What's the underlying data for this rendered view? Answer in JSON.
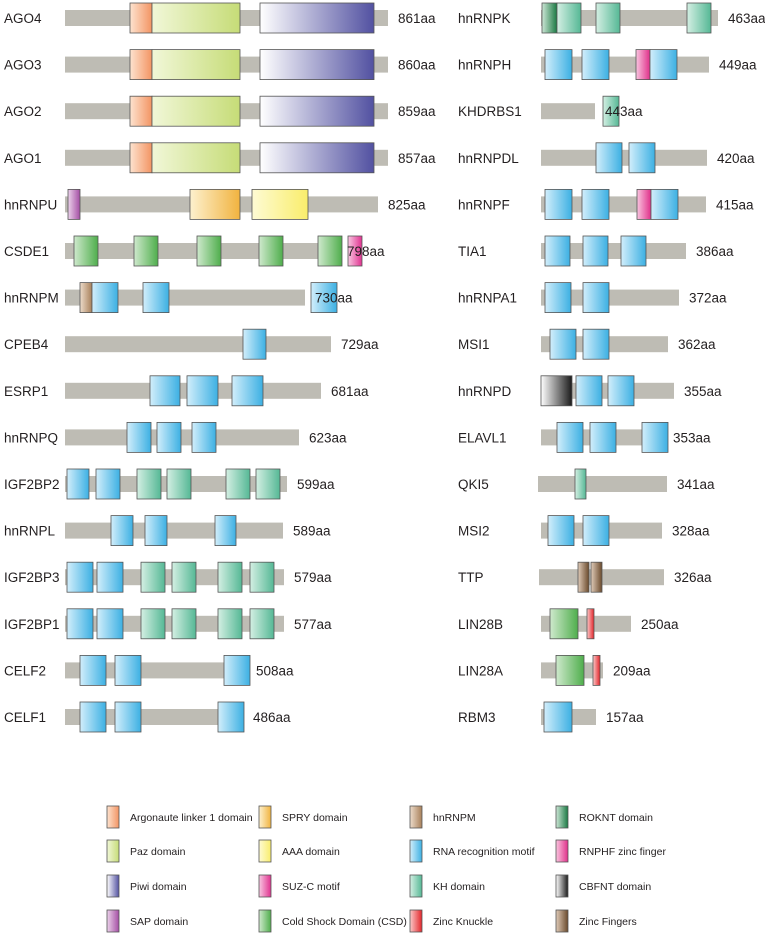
{
  "colors": {
    "backbone": "#bebcb4",
    "Argonaute linker 1 domain": [
      "#fde3cf",
      "#f39463"
    ],
    "Paz domain": [
      "#f1f7d8",
      "#c6dc77"
    ],
    "Piwi domain": [
      "#ffffff",
      "#5251a1"
    ],
    "SAP domain": [
      "#ecd2eb",
      "#a44ea4"
    ],
    "SPRY domain": [
      "#fdf1cf",
      "#f1b33f"
    ],
    "AAA domain": [
      "#fefbd4",
      "#f9ed6b"
    ],
    "SUZ-C motif": [
      "#f8c7e2",
      "#e0318f"
    ],
    "Cold Shock Domain (CSD)": [
      "#cfe9cd",
      "#4fae4c"
    ],
    "hnRNPM": [
      "#eddccb",
      "#a8805a"
    ],
    "RNA recognition motif": [
      "#d2eefb",
      "#3cb0e3"
    ],
    "KH domain": [
      "#d4efe3",
      "#55b895"
    ],
    "Zinc Knuckle": [
      "#fbc9c9",
      "#e3262b"
    ],
    "ROKNT domain": [
      "#cde6d6",
      "#1a7a43"
    ],
    "RNPHF zinc finger": [
      "#f9c5df",
      "#e0308a"
    ],
    "CBFNT domain": [
      "#ffffff",
      "#1a1a1a"
    ],
    "Zinc Fingers": [
      "#e0cbb8",
      "#6a4a2c"
    ]
  },
  "proteins": [
    {
      "name": "AGO4",
      "length": "861aa",
      "domains": [
        [
          "Argonaute linker 1 domain",
          130,
          152
        ],
        [
          "Paz domain",
          152,
          240
        ],
        [
          "Piwi domain",
          260,
          374
        ]
      ]
    },
    {
      "name": "AGO3",
      "length": "860aa",
      "domains": [
        [
          "Argonaute linker 1 domain",
          130,
          152
        ],
        [
          "Paz domain",
          152,
          240
        ],
        [
          "Piwi domain",
          260,
          374
        ]
      ]
    },
    {
      "name": "AGO2",
      "length": "859aa",
      "domains": [
        [
          "Argonaute linker 1 domain",
          130,
          152
        ],
        [
          "Paz domain",
          152,
          240
        ],
        [
          "Piwi domain",
          260,
          374
        ]
      ]
    },
    {
      "name": "AGO1",
      "length": "857aa",
      "domains": [
        [
          "Argonaute linker 1 domain",
          130,
          152
        ],
        [
          "Paz domain",
          152,
          240
        ],
        [
          "Piwi domain",
          260,
          374
        ]
      ]
    },
    {
      "name": "hnRNPU",
      "length": "825aa",
      "domains": [
        [
          "SAP domain",
          68,
          80
        ],
        [
          "SPRY domain",
          190,
          240
        ],
        [
          "AAA domain",
          252,
          308
        ]
      ]
    },
    {
      "name": "CSDE1",
      "length": "798aa",
      "domains": [
        [
          "Cold Shock Domain (CSD)",
          74,
          98
        ],
        [
          "Cold Shock Domain (CSD)",
          134,
          158
        ],
        [
          "Cold Shock Domain (CSD)",
          197,
          221
        ],
        [
          "Cold Shock Domain (CSD)",
          259,
          283
        ],
        [
          "Cold Shock Domain (CSD)",
          318,
          342
        ],
        [
          "SUZ-C motif",
          348,
          362
        ]
      ]
    },
    {
      "name": "hnRNPM",
      "length": "730aa",
      "domains": [
        [
          "hnRNPM",
          80,
          92
        ],
        [
          "RNA recognition motif",
          92,
          118
        ],
        [
          "RNA recognition motif",
          143,
          169
        ],
        [
          "RNA recognition motif",
          311,
          337
        ]
      ]
    },
    {
      "name": "CPEB4",
      "length": "729aa",
      "domains": [
        [
          "RNA recognition motif",
          243,
          266
        ]
      ]
    },
    {
      "name": "ESRP1",
      "length": "681aa",
      "domains": [
        [
          "RNA recognition motif",
          150,
          180
        ],
        [
          "RNA recognition motif",
          187,
          218
        ],
        [
          "RNA recognition motif",
          232,
          263
        ]
      ]
    },
    {
      "name": "hnRNPQ",
      "length": "623aa",
      "domains": [
        [
          "RNA recognition motif",
          127,
          151
        ],
        [
          "RNA recognition motif",
          157,
          181
        ],
        [
          "RNA recognition motif",
          192,
          216
        ]
      ]
    },
    {
      "name": "IGF2BP2",
      "length": "599aa",
      "domains": [
        [
          "RNA recognition motif",
          67,
          89
        ],
        [
          "RNA recognition motif",
          96,
          120
        ],
        [
          "KH domain",
          137,
          161
        ],
        [
          "KH domain",
          167,
          191
        ],
        [
          "KH domain",
          226,
          250
        ],
        [
          "KH domain",
          256,
          280
        ]
      ]
    },
    {
      "name": "hnRNPL",
      "length": "589aa",
      "domains": [
        [
          "RNA recognition motif",
          111,
          133
        ],
        [
          "RNA recognition motif",
          145,
          167
        ],
        [
          "RNA recognition motif",
          215,
          236
        ]
      ]
    },
    {
      "name": "IGF2BP3",
      "length": "579aa",
      "domains": [
        [
          "RNA recognition motif",
          67,
          93
        ],
        [
          "RNA recognition motif",
          97,
          123
        ],
        [
          "KH domain",
          141,
          165
        ],
        [
          "KH domain",
          172,
          196
        ],
        [
          "KH domain",
          218,
          242
        ],
        [
          "KH domain",
          250,
          274
        ]
      ]
    },
    {
      "name": "IGF2BP1",
      "length": "577aa",
      "domains": [
        [
          "RNA recognition motif",
          67,
          93
        ],
        [
          "RNA recognition motif",
          97,
          123
        ],
        [
          "KH domain",
          141,
          165
        ],
        [
          "KH domain",
          172,
          196
        ],
        [
          "KH domain",
          218,
          242
        ],
        [
          "KH domain",
          250,
          274
        ]
      ]
    },
    {
      "name": "CELF2",
      "length": "508aa",
      "domains": [
        [
          "RNA recognition motif",
          80,
          106
        ],
        [
          "RNA recognition motif",
          115,
          141
        ],
        [
          "RNA recognition motif",
          224,
          250
        ]
      ]
    },
    {
      "name": "CELF1",
      "length": "486aa",
      "domains": [
        [
          "RNA recognition motif",
          80,
          106
        ],
        [
          "RNA recognition motif",
          115,
          141
        ],
        [
          "RNA recognition motif",
          218,
          244
        ]
      ]
    },
    {
      "name": "hnRNPK",
      "length": "463aa",
      "domains": [
        [
          "ROKNT domain",
          542,
          557
        ],
        [
          "KH domain",
          557,
          581
        ],
        [
          "KH domain",
          596,
          620
        ],
        [
          "KH domain",
          687,
          711
        ]
      ]
    },
    {
      "name": "hnRNPH",
      "length": "449aa",
      "domains": [
        [
          "RNA recognition motif",
          545,
          572
        ],
        [
          "RNA recognition motif",
          582,
          609
        ],
        [
          "RNPHF zinc finger",
          636,
          650
        ],
        [
          "RNA recognition motif",
          650,
          677
        ]
      ]
    },
    {
      "name": "KHDRBS1",
      "length": "443aa",
      "domains": [
        [
          "KH domain",
          603,
          619
        ]
      ]
    },
    {
      "name": "hnRNPDL",
      "length": "420aa",
      "domains": [
        [
          "RNA recognition motif",
          596,
          622
        ],
        [
          "RNA recognition motif",
          629,
          655
        ]
      ]
    },
    {
      "name": "hnRNPF",
      "length": "415aa",
      "domains": [
        [
          "RNA recognition motif",
          545,
          572
        ],
        [
          "RNA recognition motif",
          582,
          609
        ],
        [
          "RNPHF zinc finger",
          637,
          651
        ],
        [
          "RNA recognition motif",
          651,
          678
        ]
      ]
    },
    {
      "name": "TIA1",
      "length": "386aa",
      "domains": [
        [
          "RNA recognition motif",
          545,
          570
        ],
        [
          "RNA recognition motif",
          583,
          608
        ],
        [
          "RNA recognition motif",
          621,
          646
        ]
      ]
    },
    {
      "name": "hnRNPA1",
      "length": "372aa",
      "domains": [
        [
          "RNA recognition motif",
          545,
          571
        ],
        [
          "RNA recognition motif",
          583,
          609
        ]
      ]
    },
    {
      "name": "MSI1",
      "length": "362aa",
      "domains": [
        [
          "RNA recognition motif",
          550,
          576
        ],
        [
          "RNA recognition motif",
          583,
          609
        ]
      ]
    },
    {
      "name": "hnRNPD",
      "length": "355aa",
      "domains": [
        [
          "CBFNT domain",
          541,
          572
        ],
        [
          "RNA recognition motif",
          576,
          602
        ],
        [
          "RNA recognition motif",
          608,
          634
        ]
      ]
    },
    {
      "name": "ELAVL1",
      "length": "353aa",
      "domains": [
        [
          "RNA recognition motif",
          557,
          583
        ],
        [
          "RNA recognition motif",
          590,
          616
        ],
        [
          "RNA recognition motif",
          642,
          668
        ]
      ]
    },
    {
      "name": "QKI5",
      "length": "341aa",
      "domains": [
        [
          "KH domain",
          575,
          586
        ]
      ]
    },
    {
      "name": "MSI2",
      "length": "328aa",
      "domains": [
        [
          "RNA recognition motif",
          548,
          574
        ],
        [
          "RNA recognition motif",
          583,
          609
        ]
      ]
    },
    {
      "name": "TTP",
      "length": "326aa",
      "domains": [
        [
          "Zinc Fingers",
          578,
          589
        ],
        [
          "Zinc Fingers",
          591,
          602
        ]
      ]
    },
    {
      "name": "LIN28B",
      "length": "250aa",
      "domains": [
        [
          "Cold Shock Domain (CSD)",
          550,
          578
        ],
        [
          "Zinc Knuckle",
          587,
          594
        ]
      ]
    },
    {
      "name": "LIN28A",
      "length": "209aa",
      "domains": [
        [
          "Cold Shock Domain (CSD)",
          556,
          584
        ],
        [
          "Zinc Knuckle",
          593,
          600
        ]
      ]
    },
    {
      "name": "RBM3",
      "length": "157aa",
      "domains": [
        [
          "RNA recognition motif",
          544,
          572
        ]
      ]
    }
  ],
  "legend": [
    "Argonaute linker 1 domain",
    "SPRY domain",
    "hnRNPM",
    "ROKNT domain",
    "Paz domain",
    "AAA domain",
    "RNA recognition motif",
    "RNPHF zinc finger",
    "Piwi domain",
    "SUZ-C motif",
    "KH domain",
    "CBFNT domain",
    "SAP domain",
    "Cold Shock Domain (CSD)",
    "Zinc Knuckle",
    "Zinc Fingers"
  ]
}
